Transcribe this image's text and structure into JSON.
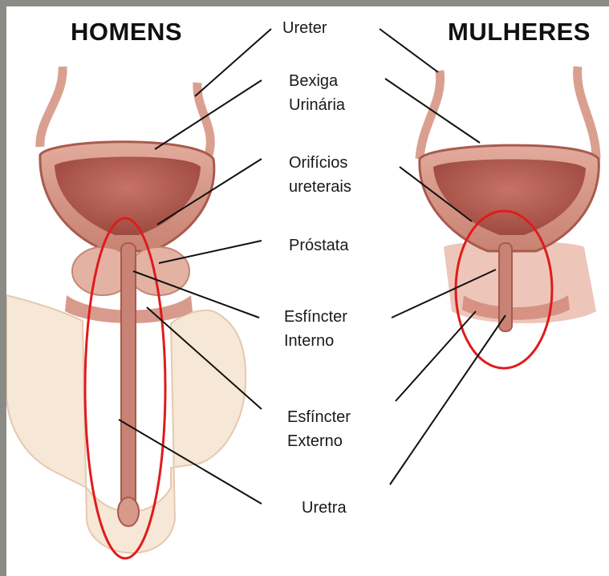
{
  "headings": {
    "men": "HOMENS",
    "women": "MULHERES"
  },
  "labels": {
    "ureter": "Ureter",
    "bladder_line1": "Bexiga",
    "bladder_line2": "Urinária",
    "orifices_line1": "Orifícios",
    "orifices_line2": "ureterais",
    "prostate": "Próstata",
    "internal_sphincter_line1": "Esfíncter",
    "internal_sphincter_line2": "Interno",
    "external_sphincter_line1": "Esfíncter",
    "external_sphincter_line2": "Externo",
    "urethra": "Uretra"
  },
  "colors": {
    "highlight": "#e01b1b",
    "tissue": "#d99a8c",
    "tissue_dark": "#b86a5e",
    "skin": "#f6e7d6",
    "leader_line": "#111111"
  }
}
